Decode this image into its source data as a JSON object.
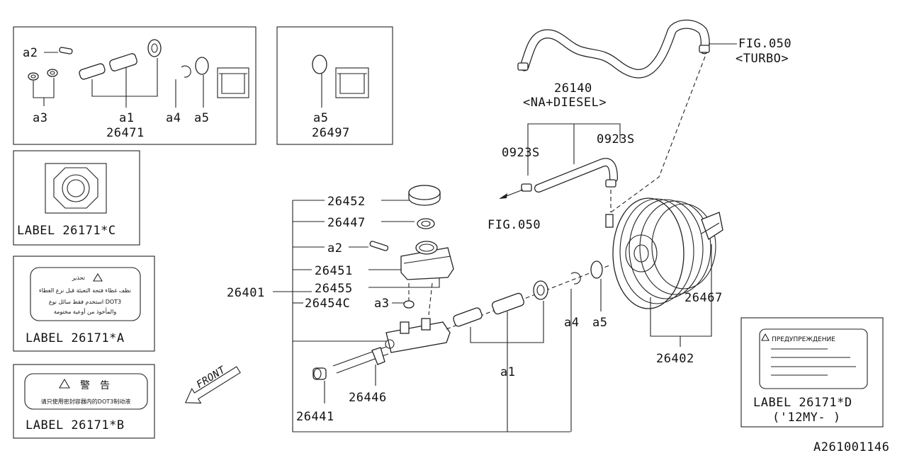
{
  "kits": {
    "kit_26471": {
      "a1": "a1",
      "a2": "a2",
      "a3": "a3",
      "a4": "a4",
      "a5": "a5",
      "part_no": "26471"
    },
    "kit_26497": {
      "a5": "a5",
      "part_no": "26497"
    }
  },
  "labels": {
    "c": "LABEL 26171*C",
    "a": "LABEL 26171*A",
    "b": "LABEL 26171*B",
    "d": "LABEL 26171*D",
    "d_note": "('12MY- )",
    "a_text_1": "تحذير",
    "a_text_2": "نظف غطاء فتحة التعبئة قبل نزع الغطاء",
    "a_text_3": "استخدم فقط سائل نوع DOT3",
    "a_text_4": "والمأخوذ من أوعية مختومة",
    "b_title": "警　告",
    "b_text": "请只使用密封容器内的DOT3制动液",
    "d_title": "ПРЕДУПРЕЖДЕНИЕ"
  },
  "main": {
    "p26452": "26452",
    "p26447": "26447",
    "a2": "a2",
    "p26451": "26451",
    "p26401": "26401",
    "p26455": "26455",
    "p26454c": "26454C",
    "a3": "a3",
    "a4": "a4",
    "a5": "a5",
    "a1": "a1",
    "p26446": "26446",
    "p26441": "26441",
    "p26467": "26467",
    "p26402": "26402",
    "fig050_left": "FIG.050",
    "fig050_turbo": "FIG.050",
    "turbo": "<TURBO>",
    "p26140": "26140",
    "na_diesel": "<NA+DIESEL>",
    "clip_left": "0923S",
    "clip_right": "0923S",
    "front": "FRONT",
    "diagram_id": "A261001146"
  }
}
